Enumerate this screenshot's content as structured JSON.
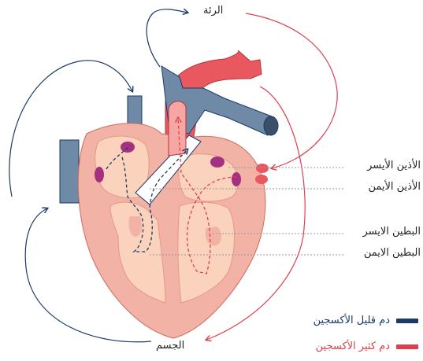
{
  "labels": {
    "lungs": "الرئة",
    "body": "الجسم",
    "left_atrium": "الأذين الأيسر",
    "right_atrium": "الأذين الأيمن",
    "left_ventricle": "البطين الايسر",
    "right_ventricle": "البطين الايمن"
  },
  "legend": {
    "deoxygenated": {
      "label": "دم قليل الأكسجين",
      "color": "#1b3a66"
    },
    "oxygenated": {
      "label": "دم كثير الأكسجين",
      "color": "#d9414f"
    }
  },
  "colors": {
    "flow_blue": "#1b3a66",
    "flow_red": "#d9414f",
    "vessel_blue": "#6f8aa6",
    "vessel_red": "#e9585f",
    "heart_wall": "#f3b2a6",
    "chamber": "#fbd3bd",
    "valve": "#a5307f",
    "leader": "#9a9a9a"
  }
}
